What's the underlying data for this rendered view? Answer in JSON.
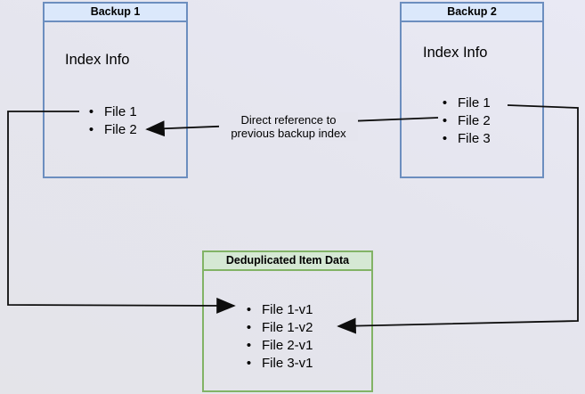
{
  "diagram": {
    "backup1": {
      "title": "Backup 1",
      "index_label": "Index Info",
      "files": [
        "File 1",
        "File 2"
      ]
    },
    "backup2": {
      "title": "Backup 2",
      "index_label": "Index Info",
      "files": [
        "File 1",
        "File 2",
        "File 3"
      ]
    },
    "dedup": {
      "title": "Deduplicated Item Data",
      "files": [
        "File 1-v1",
        "File 1-v2",
        "File 2-v1",
        "File 3-v1"
      ]
    },
    "annotation": {
      "line1": "Direct reference to",
      "line2": "previous backup index"
    },
    "colors": {
      "blue_fill": "#dbe8fb",
      "blue_border": "#6c8ebf",
      "green_fill": "#d5e8d4",
      "green_border": "#82b366",
      "arrow": "#0d0d0d",
      "canvas_top": "#e9e9f4",
      "canvas_bottom": "#e4e4e9",
      "text": "#000000"
    }
  }
}
